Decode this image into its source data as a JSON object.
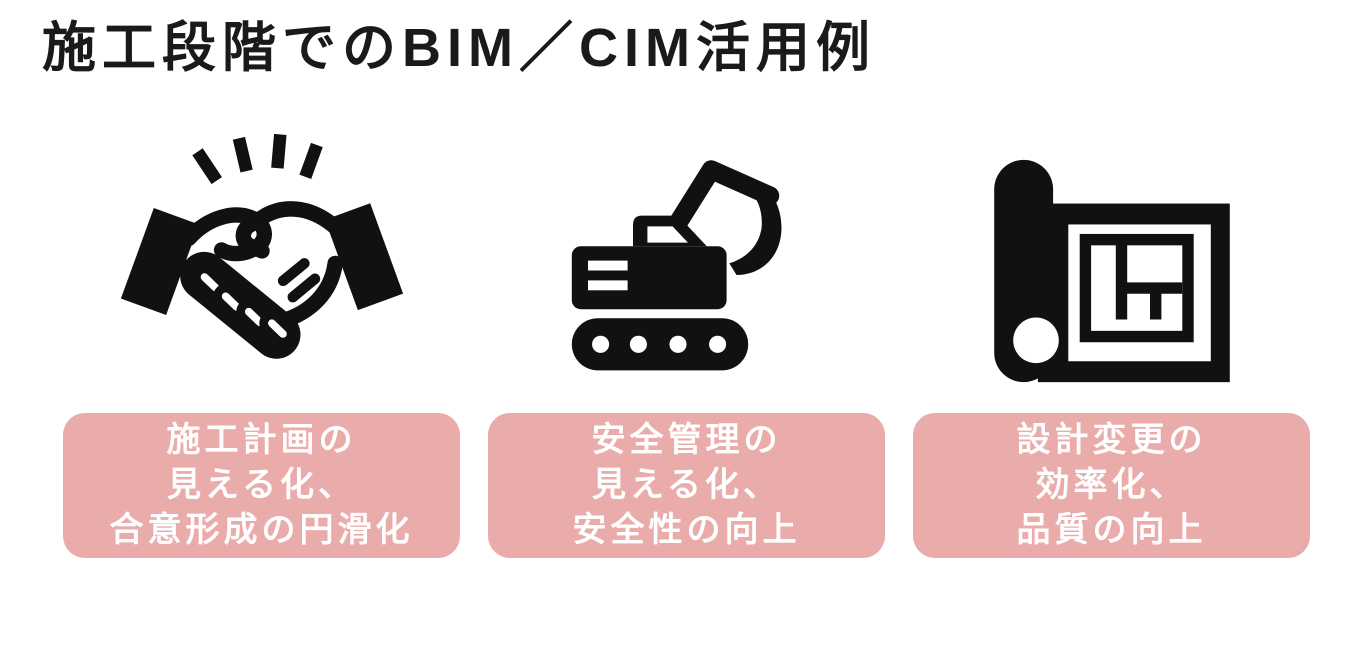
{
  "page": {
    "title": "施工段階でのBIM／CIM活用例",
    "background_color": "#FFFFFF"
  },
  "colors": {
    "title_text": "#1A1A1A",
    "icon_black": "#111111",
    "card_background": "#EAACAB",
    "card_text": "#FFFFFF"
  },
  "columns": [
    {
      "icon": "handshake-icon",
      "caption": "施工計画の\n見える化、\n合意形成の円滑化"
    },
    {
      "icon": "excavator-icon",
      "caption": "安全管理の\n見える化、\n安全性の向上"
    },
    {
      "icon": "blueprint-icon",
      "caption": "設計変更の\n効率化、\n品質の向上"
    }
  ]
}
